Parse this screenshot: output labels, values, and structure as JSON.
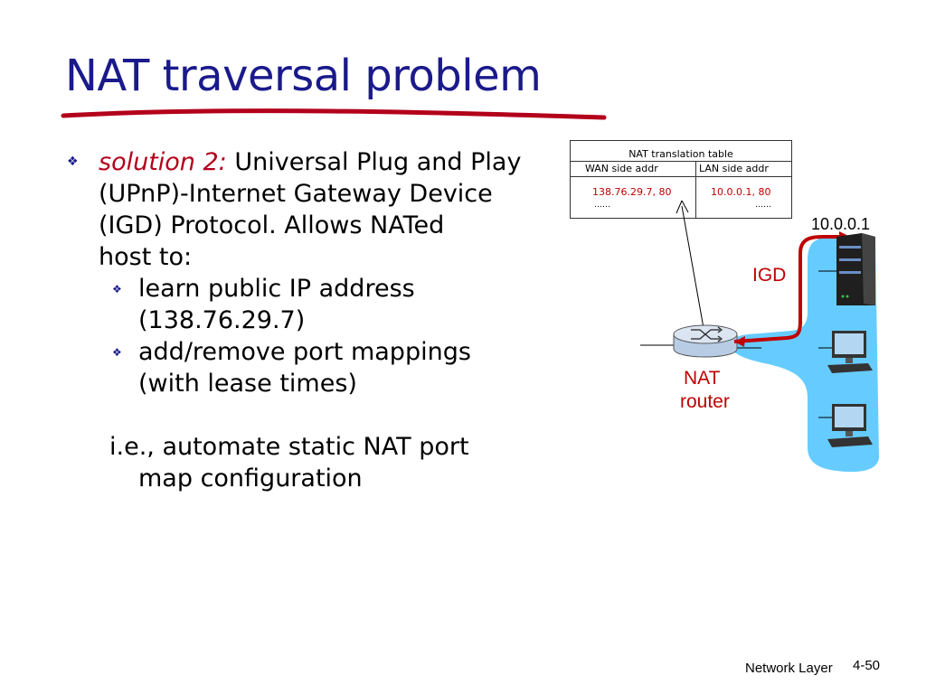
{
  "title": "NAT traversal problem",
  "bullets": {
    "solution_label": "solution 2:",
    "solution_line1_rest": "Universal Plug and Play",
    "solution_line2": "(UPnP)-Internet Gateway Device",
    "solution_line3": "(IGD) Protocol.  Allows NATed",
    "solution_line4": "host to:",
    "sub1_line1": "learn public IP address",
    "sub1_line2": "(138.76.29.7)",
    "sub2_line1": "add/remove port mappings",
    "sub2_line2": "(with lease times)",
    "ie_line1": "i.e., automate static NAT port",
    "ie_line2": "map configuration"
  },
  "nat_table": {
    "title": "NAT translation table",
    "col_wan": "WAN side addr",
    "col_lan": "LAN side addr",
    "row1_wan": "138.76.29.7, 80",
    "row1_lan": "10.0.0.1, 80",
    "row2_wan": "……",
    "row2_lan": "……"
  },
  "diagram": {
    "host_ip": "10.0.0.1",
    "igd_label": "IGD",
    "router_label_line1": "NAT",
    "router_label_line2": "router"
  },
  "footer": {
    "section": "Network Layer",
    "page": "4-50"
  },
  "colors": {
    "title": "#1a1a8c",
    "accent_red": "#c00000",
    "lan_blue": "#66ccff"
  },
  "icons": {
    "bullet": "diamond-bullet-icon",
    "router": "router-icon",
    "server": "server-icon",
    "computer": "computer-icon"
  }
}
